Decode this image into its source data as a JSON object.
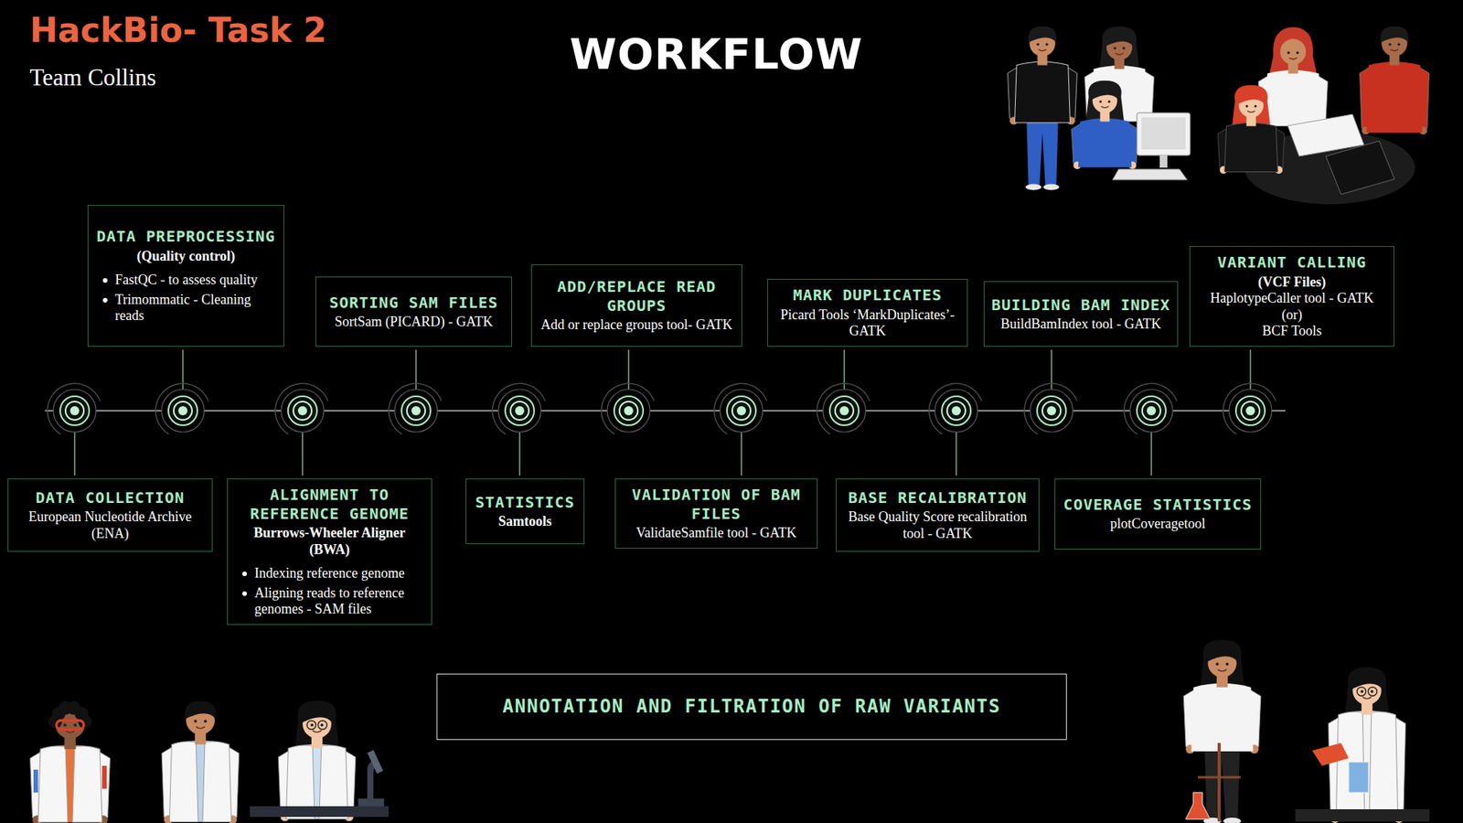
{
  "diagram": {
    "title": "WORKFLOW",
    "nodes": [
      {
        "text": [
          "DATA COLLECTION",
          "European Nucleotide Archive (ENA)"
        ]
      },
      {
        "text": [
          "DATA PREPROCESSING",
          "(Quality control)",
          "FastQC - to assess quality",
          "Trimommatic - Cleaning reads"
        ]
      },
      {
        "text": [
          "ALIGNMENT TO REFERENCE GENOME",
          "Burrows-Wheeler Aligner (BWA)",
          "Indexing reference genome",
          "Aligning reads to reference genomes - SAM files"
        ]
      },
      {
        "text": [
          "SORTING SAM FILES",
          "SortSam (PICARD) - GATK"
        ]
      },
      {
        "text": [
          "STATISTICS",
          "Samtools"
        ]
      },
      {
        "text": [
          "ADD/REPLACE READ GROUPS",
          "Add or replace groups tool- GATK"
        ]
      },
      {
        "text": [
          "VALIDATION OF BAM FILES",
          "ValidateSamfile tool - GATK"
        ]
      },
      {
        "text": [
          "MARK DUPLICATES",
          "Picard Tools ‘MarkDuplicates’- GATK"
        ]
      },
      {
        "text": [
          "BASE RECALIBRATION",
          "Base Quality Score recalibration tool - GATK"
        ]
      },
      {
        "text": [
          "BUILDING BAM INDEX",
          "BuildBamIndex tool - GATK"
        ]
      },
      {
        "text": [
          "COVERAGE STATISTICS",
          "plotCoveragetool"
        ]
      },
      {
        "text": [
          "VARIANT CALLING",
          "(VCF Files)",
          "HaplotypeCaller tool - GATK",
          "(or)",
          "BCF Tools"
        ]
      },
      {
        "text": [
          "ANNOTATION AND FILTRATION OF RAW VARIANTS"
        ]
      }
    ],
    "labels": [
      "HackBio- Task 2",
      "Team Collins"
    ]
  }
}
